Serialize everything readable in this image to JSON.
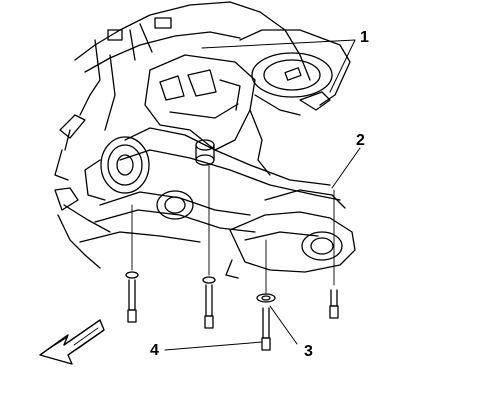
{
  "diagram": {
    "callouts": [
      {
        "id": "c1",
        "label": "1"
      },
      {
        "id": "c2",
        "label": "2"
      },
      {
        "id": "c3",
        "label": "3"
      },
      {
        "id": "c4",
        "label": "4"
      }
    ],
    "colors": {
      "line": "#000000",
      "fill": "#ffffff",
      "shade": "#dcdcdc"
    },
    "icons": {
      "direction": "front-arrow-icon"
    }
  }
}
